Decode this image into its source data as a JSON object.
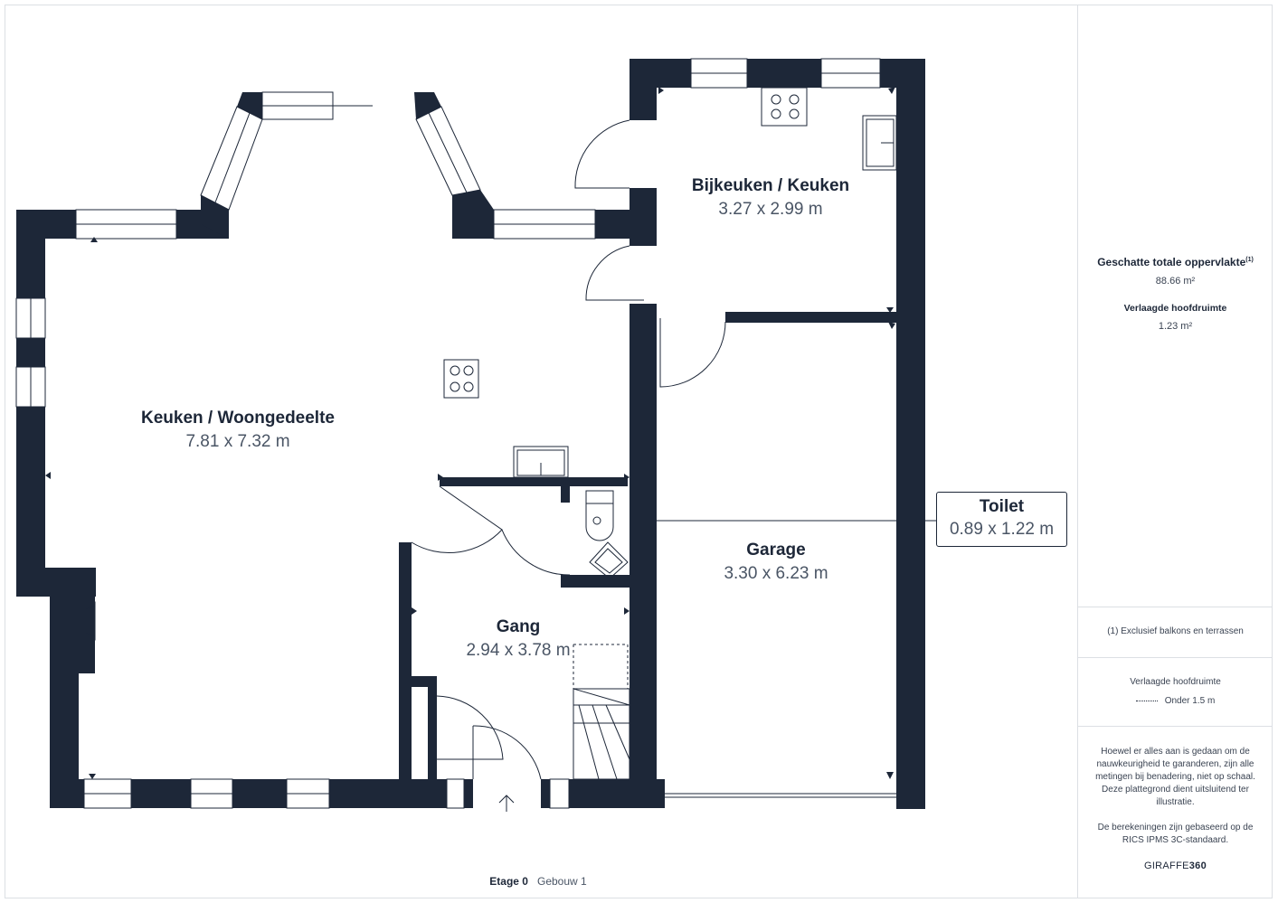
{
  "rooms": {
    "living": {
      "name": "Keuken / Woongedeelte",
      "dims": "7.81 x 7.32 m"
    },
    "bijkeuken": {
      "name": "Bijkeuken / Keuken",
      "dims": "3.27 x 2.99 m"
    },
    "garage": {
      "name": "Garage",
      "dims": "3.30 x 6.23 m"
    },
    "gang": {
      "name": "Gang",
      "dims": "2.94 x 3.78 m"
    },
    "toilet": {
      "name": "Toilet",
      "dims": "0.89 x 1.22 m"
    }
  },
  "sidebar": {
    "total_title": "Geschatte totale oppervlakte",
    "total_sup": "(1)",
    "total_value": "88.66 m²",
    "reduced_title": "Verlaagde hoofdruimte",
    "reduced_value": "1.23 m²",
    "footnote": "(1) Exclusief balkons en terrassen",
    "legend_title": "Verlaagde hoofdruimte",
    "legend_item": "Onder 1.5 m",
    "disclaimer_1": "Hoewel er alles aan is gedaan om de nauwkeurigheid te garanderen, zijn alle metingen bij benadering, niet op schaal. Deze plattegrond dient uitsluitend ter illustratie.",
    "disclaimer_2": "De berekeningen zijn gebaseerd op de RICS IPMS 3C-standaard.",
    "brand_a": "GIRAFFE",
    "brand_b": "360"
  },
  "footer": {
    "floor": "Etage 0",
    "building": "Gebouw 1"
  },
  "colors": {
    "wall": "#1d2738",
    "line": "#1d2738",
    "divider": "#dcdfe4"
  }
}
